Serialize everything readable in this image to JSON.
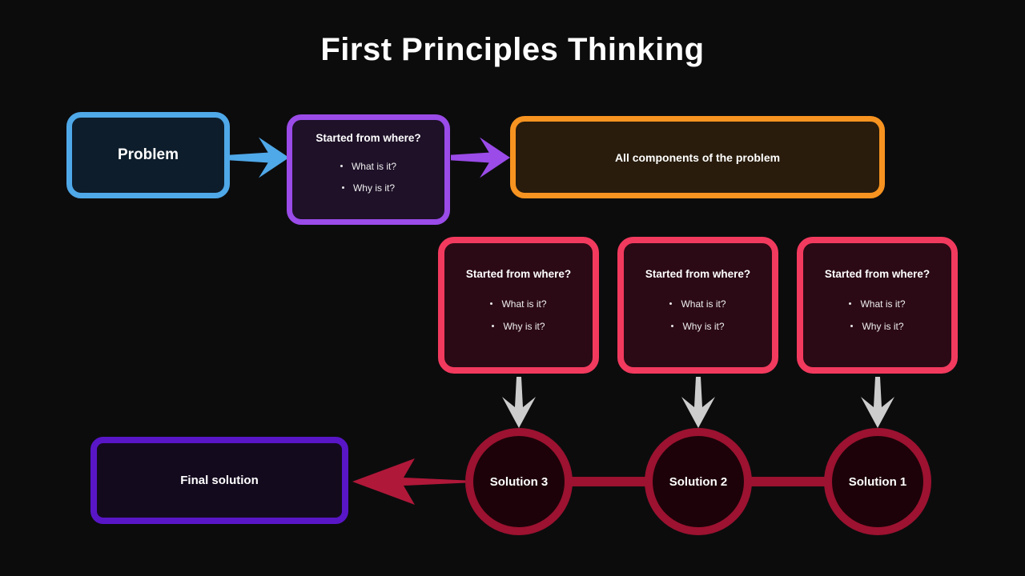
{
  "title": "First Principles Thinking",
  "colors": {
    "background": "#0c0c0d",
    "blue": "#4FA8E8",
    "purple": "#9A4BE8",
    "orange": "#F79320",
    "pink": "#F23A5E",
    "crimson": "#9C1230",
    "red_arrow": "#B01839",
    "deep_purple": "#5916C7",
    "gray_arrow": "#CDCDCD"
  },
  "problem": {
    "label": "Problem"
  },
  "started": {
    "title": "Started from where?",
    "bullets": [
      "What is it?",
      "Why is it?"
    ]
  },
  "components": {
    "label": "All components of the problem"
  },
  "breakdown": [
    {
      "title": "Started from where?",
      "bullets": [
        "What is it?",
        "Why is it?"
      ]
    },
    {
      "title": "Started from where?",
      "bullets": [
        "What is it?",
        "Why is it?"
      ]
    },
    {
      "title": "Started from where?",
      "bullets": [
        "What is it?",
        "Why is it?"
      ]
    }
  ],
  "solutions": [
    {
      "label": "Solution 3"
    },
    {
      "label": "Solution 2"
    },
    {
      "label": "Solution 1"
    }
  ],
  "final": {
    "label": "Final solution"
  }
}
